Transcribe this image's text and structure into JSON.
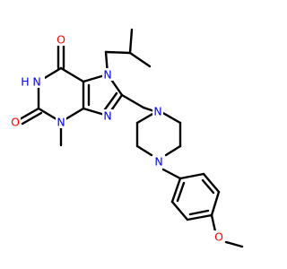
{
  "structure": {
    "colors": {
      "bond": "#000000",
      "N": "#0000ff",
      "O": "#ff0000",
      "C": "#000000"
    },
    "atom_labels": {
      "O_carbonyl6": "O",
      "NH1": "H",
      "NH1_N": "N",
      "O_carbonyl2": "O",
      "N3": "N",
      "N7": "N",
      "N9": "N",
      "N_pip1": "N",
      "N_pip4": "N",
      "O_methoxy": "O"
    }
  }
}
